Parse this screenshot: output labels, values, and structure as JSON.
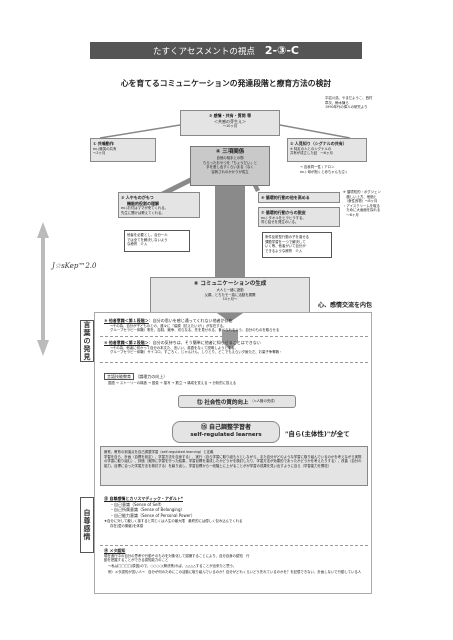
{
  "header": {
    "title": "たすくアセスメントの視点",
    "code": "2-③-C"
  },
  "subtitle": "心を育てるコミュニケーションの発達段階と療育方法の検討",
  "reference": [
    "平岩川浩、やまだようこ、西村",
    "章次、鯨木陳ら",
    "1990年代の偉人の研究より"
  ],
  "stages": {
    "s3": {
      "title": "③ 感情・共有・質問 等",
      "sub": "＜共感の芽生え＞",
      "age": "〜10ヶ月"
    },
    "s1": {
      "title": "① 共鳴動作",
      "line1": "ex.)微笑の共有",
      "line2": "〜2ヶ月"
    },
    "s2": {
      "title": "② 人見知り（シグナルの共有）",
      "line1": "※ 特定の人とのシグナルの",
      "line2": "共有が成立した証　〜6ヶ月"
    },
    "s2b": {
      "line1": "→ 自我同一性 / アロン",
      "line2": "ex.) 母が抱くと赤ちゃんも泣く"
    },
    "s4": {
      "title": "④ 三項関係",
      "lines": [
        "自他の相手との物",
        "ちらったおやつを「ちょうだい」と",
        "手を差し出すくらいまる（なく",
        "容赦されのかかりが成立"
      ]
    },
    "s5": {
      "title": "⑤ 人やものがもつ",
      "sub": "機能的役割の理解",
      "line1": "ex.)お付はママが来てくれる。",
      "line2": "先生に聞けば教えてくれる。"
    },
    "s5b": [
      "他者を必要とし、合分一人",
      "では全てを解決しないよう",
      "な療育　介入"
    ],
    "s6": {
      "title": "⑥ 循環的行動の他を高める"
    },
    "s6b": [
      "※ 循環知的・ボグジェン",
      "　厳しい上方、他価と",
      "　（食性良物）〜8ヶ月",
      "・アイスクリームを取る",
      "　ために大画面を探れる",
      "　〜8ヶ月"
    ],
    "s7": {
      "title": "⑦ 循環的行動からの脱皮",
      "line1": "ex.) タオルをヒラヒラする。",
      "line2": "同じ話せを発生のいる。"
    },
    "s7b": [
      "条件反射型行動の子を達せる",
      "課題学習を一つで解決して",
      "いく等、他者がいて自分が",
      "できるような療育　介入"
    ]
  },
  "logo": "J☆sKep™2.0",
  "s8": {
    "title": "⑧ コミュニケーションの生成",
    "line1": "大人と一緒に遊動",
    "line2": "父親、とちたモー嬉に活動を展開",
    "line3": "10ヶ月〜",
    "note": "心、感情交流を内包"
  },
  "sectionLabels": {
    "a": "言葉の発見",
    "b": "自尊感情"
  },
  "s9": {
    "title": "⑨ 他者意識＜第１段階＞",
    "desc": "：自分の思いを感じ通ってくれない他者が存在",
    "lines": [
      "→その為、自分が子どものとの、誰々に『協調（抗えたいけ）』が存在する。",
      "グループセラピー体験）歌を、自制、競争、切らなる、先を見せれる、食べられるよう、自分のものを取らせる"
    ]
  },
  "s10": {
    "title": "⑩ 他者意識＜第２段階＞",
    "desc": "：自分の気持ちは、そう簡単に他者に知らせることはできない",
    "lines": [
      "→その為、他者に何かって自分の本文た、言いい、英語をなくて説明しようとする。",
      "グループセラピー体験）サイコロ、すごろく、じゃんけん、しりとり、どこでもえらい夕飯ただ、お菓子争奪戦・"
    ]
  },
  "s11": {
    "tag": "言語技能教育",
    "paren": "（論理力の向上）",
    "desc": "国語 → ストーリーの構造 → 語彙 → 描写 → 筋立 → 構成を覚える → 分析的に捉える"
  },
  "s12": {
    "title": "⑫ 社会性の質的向上",
    "paren": "（≒人格の完成）"
  },
  "s15": {
    "title": "⑮ 自己調整学習者",
    "sub": "self-regulated learners",
    "motto": "\"自ら(主体性)\"が全て"
  },
  "srl": {
    "lines": [
      "療育、教育の到達点を自己調整学習（self-regulated learning）と定義",
      "学習を自ら、計画（自標を設定）、学習方法を自身する）、実行（自ら学習に取り組もうとしながら、また自分がどのような学習に取り組んでいるのかを考えながら実際の学習に取り組む）、評価（実際に学習を行った結果、学習目標を達成したかどうかを検討したり、学習方法が効果的であったかどうかを考えたりする）、改善（自分の能力、目標に合った学習方法を検討する）を繰り返し、学習目標から一段階上に上がることがが学習の成果を見い出すように自ら（学習能力を開花）"
    ]
  },
  "s13": {
    "title": "⑬ 自尊感情とカリスマディック・アダルト*",
    "items": [
      "・自己意識（Sense of Self）",
      "・自己所属意識（Sense of Belonging）",
      "・自己能力意識（Sense of Personal Power）"
    ],
    "note": "★自分に対して厳しく接すると同じくは人生の最大限　最終的には優しく包み込んでくれる",
    "note2": "存在(愛の乗継)を体感"
  },
  "s14": {
    "title": "⑭ メタ認知",
    "lines": [
      "現在進行中の自分の思考や行動そのものを対象化して認識することにより、自分自身の認知　行",
      "動を把握することができる認知能力のこと"
    ],
    "example": "〜私は□□□□(原因)ので、○○○○(解決策)れば、△△△△することが出来たと思う。",
    "foot": "例）メタ認知が苦い人→　自分が何のためにこの活動に取り組んでいるのか？自分がどれくらいどう先れているのかを？を記憶できない、計画しないで行動している人"
  }
}
